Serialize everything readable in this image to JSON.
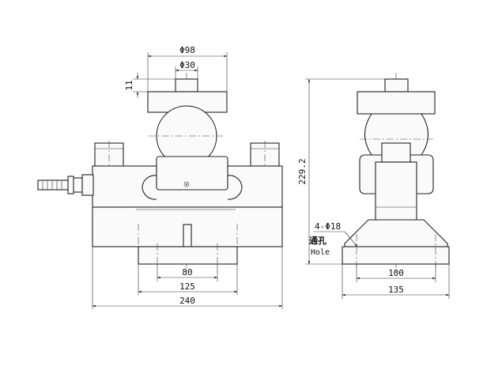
{
  "front_view": {
    "dim_top_outer": "Φ98",
    "dim_top_inner": "Φ30",
    "dim_stud_height": "11",
    "dim_base_bolt": "80",
    "dim_base_width": "125",
    "dim_overall_length": "240"
  },
  "side_view": {
    "dim_height": "229.2",
    "dim_holes": "4-Φ18",
    "hole_label_cn": "通孔",
    "hole_label_en": "Hole",
    "dim_base_bolt": "100",
    "dim_base_width": "135"
  }
}
